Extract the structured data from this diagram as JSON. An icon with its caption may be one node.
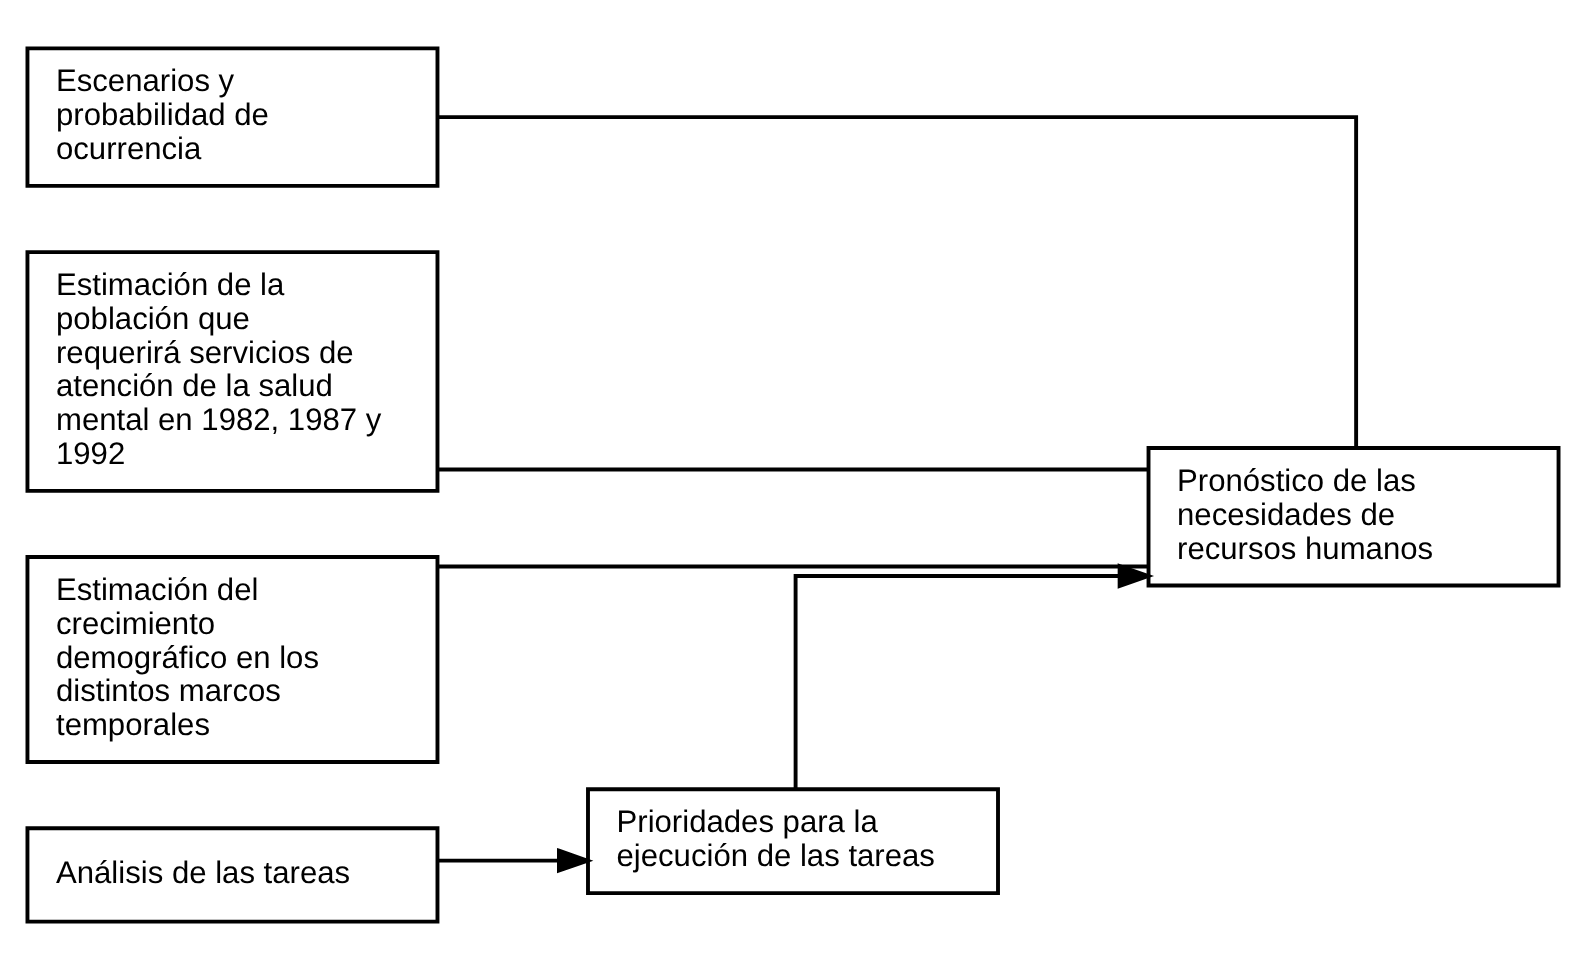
{
  "diagram": {
    "nodes": [
      {
        "text": [
          "Escenarios y probabilidad de ocurrencia"
        ]
      },
      {
        "text": [
          "Estimación de la población que requerirá servicios de atención de la salud mental en 1982, 1987 y 1992"
        ]
      },
      {
        "text": [
          "Estimación del crecimiento demográfico en los distintos marcos temporales"
        ]
      },
      {
        "text": [
          "Análisis de las tareas"
        ]
      },
      {
        "text": [
          "Prioridades para la ejecución de las tareas"
        ]
      },
      {
        "text": [
          "Pronóstico de las necesidades de recursos humanos"
        ]
      }
    ],
    "edges": [
      {
        "from": 0,
        "to": 5,
        "arrow": "none"
      },
      {
        "from": 1,
        "to": 5,
        "arrow": "none"
      },
      {
        "from": 2,
        "to": 5,
        "arrow": "none"
      },
      {
        "from": 3,
        "to": 4,
        "arrow": "to"
      },
      {
        "from": 4,
        "to": 5,
        "arrow": "to"
      }
    ]
  }
}
